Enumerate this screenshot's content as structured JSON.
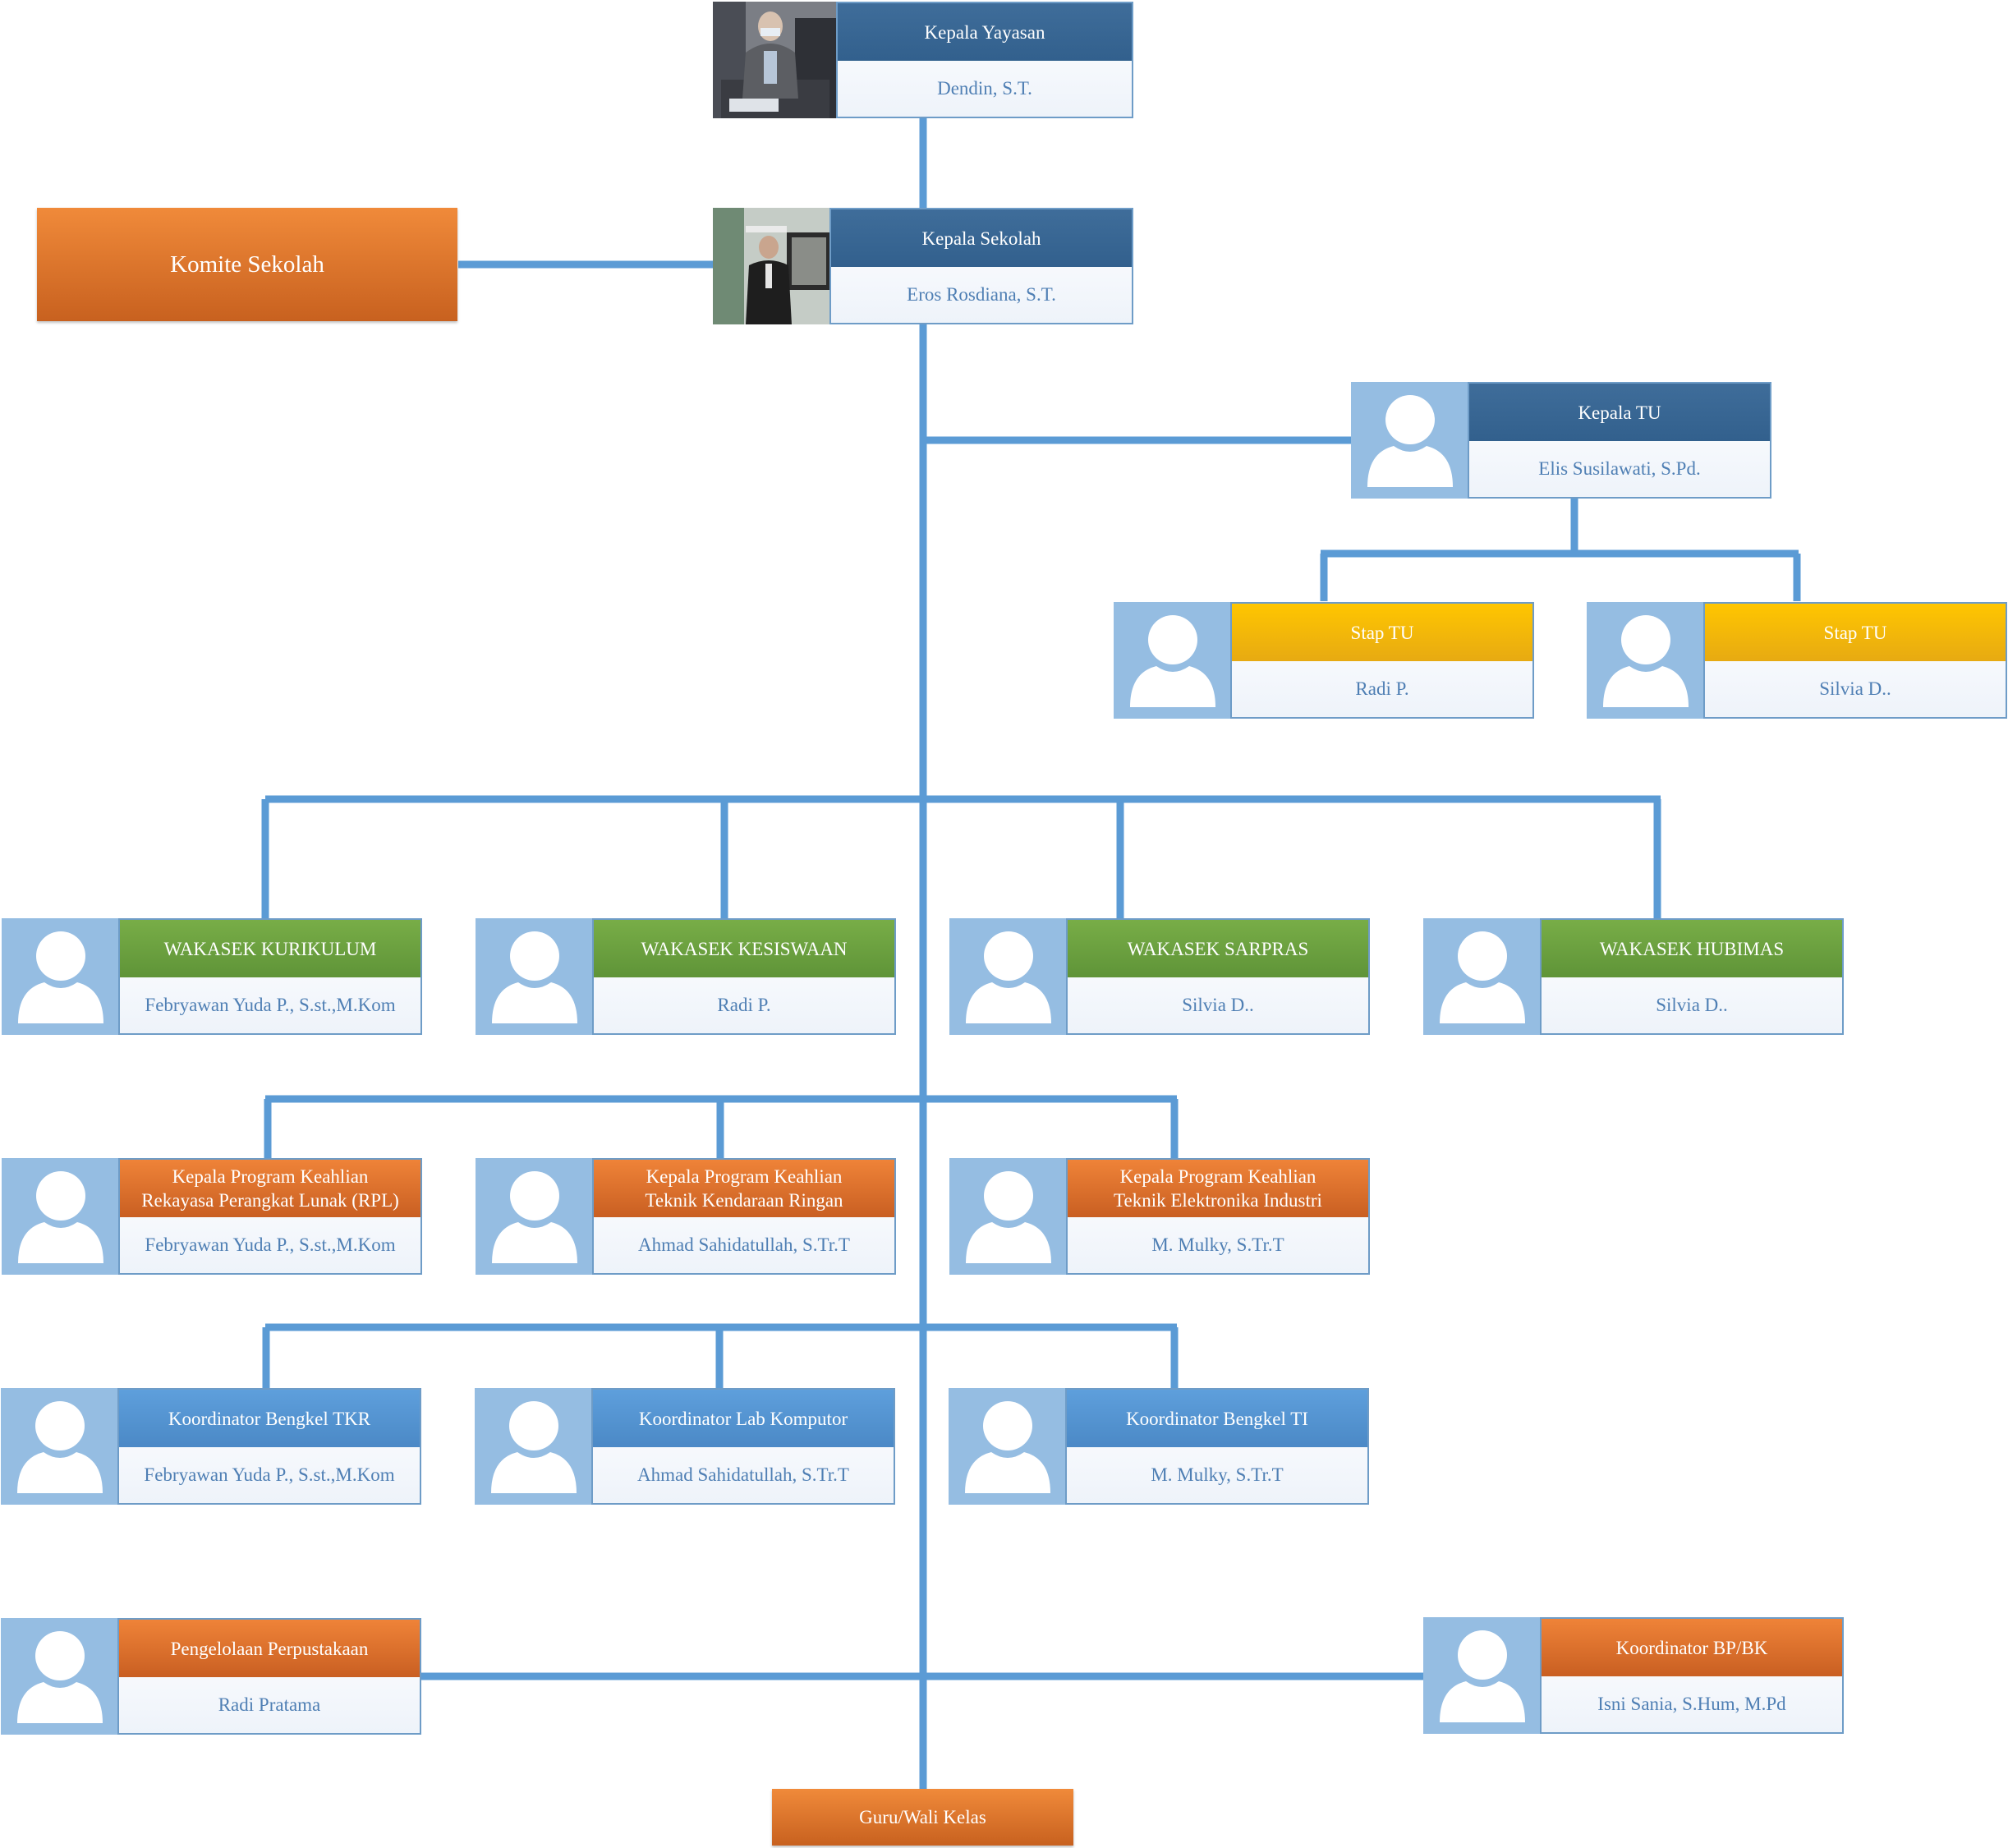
{
  "komite": "Komite Sekolah",
  "guru": "Guru/Wali Kelas",
  "cards": {
    "kepala_yayasan": {
      "title": "Kepala Yayasan",
      "name": "Dendin, S.T."
    },
    "kepala_sekolah": {
      "title": "Kepala Sekolah",
      "name": "Eros Rosdiana, S.T."
    },
    "kepala_tu": {
      "title": "Kepala TU",
      "name": "Elis Susilawati, S.Pd."
    },
    "stap_tu_1": {
      "title": "Stap TU",
      "name": "Radi P."
    },
    "stap_tu_2": {
      "title": "Stap TU",
      "name": "Silvia D.."
    },
    "wakasek_kurikulum": {
      "title": "WAKASEK KURIKULUM",
      "name": "Febryawan Yuda P., S.st.,M.Kom"
    },
    "wakasek_kesiswaan": {
      "title": "WAKASEK KESISWAAN",
      "name": "Radi P."
    },
    "wakasek_sarpras": {
      "title": "WAKASEK SARPRAS",
      "name": "Silvia D.."
    },
    "wakasek_hubimas": {
      "title": "WAKASEK HUBIMAS",
      "name": "Silvia D.."
    },
    "kaprog_rpl": {
      "title": "Kepala Program Keahlian",
      "subtitle": "Rekayasa Perangkat Lunak (RPL)",
      "name": "Febryawan Yuda P., S.st.,M.Kom"
    },
    "kaprog_tkr": {
      "title": "Kepala Program Keahlian",
      "subtitle": "Teknik Kendaraan Ringan",
      "name": "Ahmad Sahidatullah, S.Tr.T"
    },
    "kaprog_tei": {
      "title": "Kepala Program Keahlian",
      "subtitle": "Teknik Elektronika Industri",
      "name": "M. Mulky, S.Tr.T"
    },
    "koord_bengkel_tkr": {
      "title": "Koordinator Bengkel TKR",
      "name": "Febryawan Yuda P., S.st.,M.Kom"
    },
    "koord_lab_komputer": {
      "title": "Koordinator Lab Komputor",
      "name": "Ahmad Sahidatullah, S.Tr.T"
    },
    "koord_bengkel_ti": {
      "title": "Koordinator Bengkel TI",
      "name": "M. Mulky, S.Tr.T"
    },
    "perpustakaan": {
      "title": "Pengelolaan Perpustakaan",
      "name": "Radi Pratama"
    },
    "koord_bpbk": {
      "title": "Koordinator BP/BK",
      "name": "Isni Sania, S.Hum, M.Pd"
    }
  },
  "colors": {
    "connector": "#5b9bd5",
    "navy": "#3b6a98",
    "yellow": "#f6b90a",
    "green": "#70a542",
    "orange": "#e0722d",
    "blue": "#5596d4",
    "name_text": "#4f7fb4"
  },
  "icons": {
    "photo_placeholder": "person-silhouette-icon",
    "kepala_yayasan": "photo-portrait-seated",
    "kepala_sekolah": "photo-portrait-standing"
  }
}
